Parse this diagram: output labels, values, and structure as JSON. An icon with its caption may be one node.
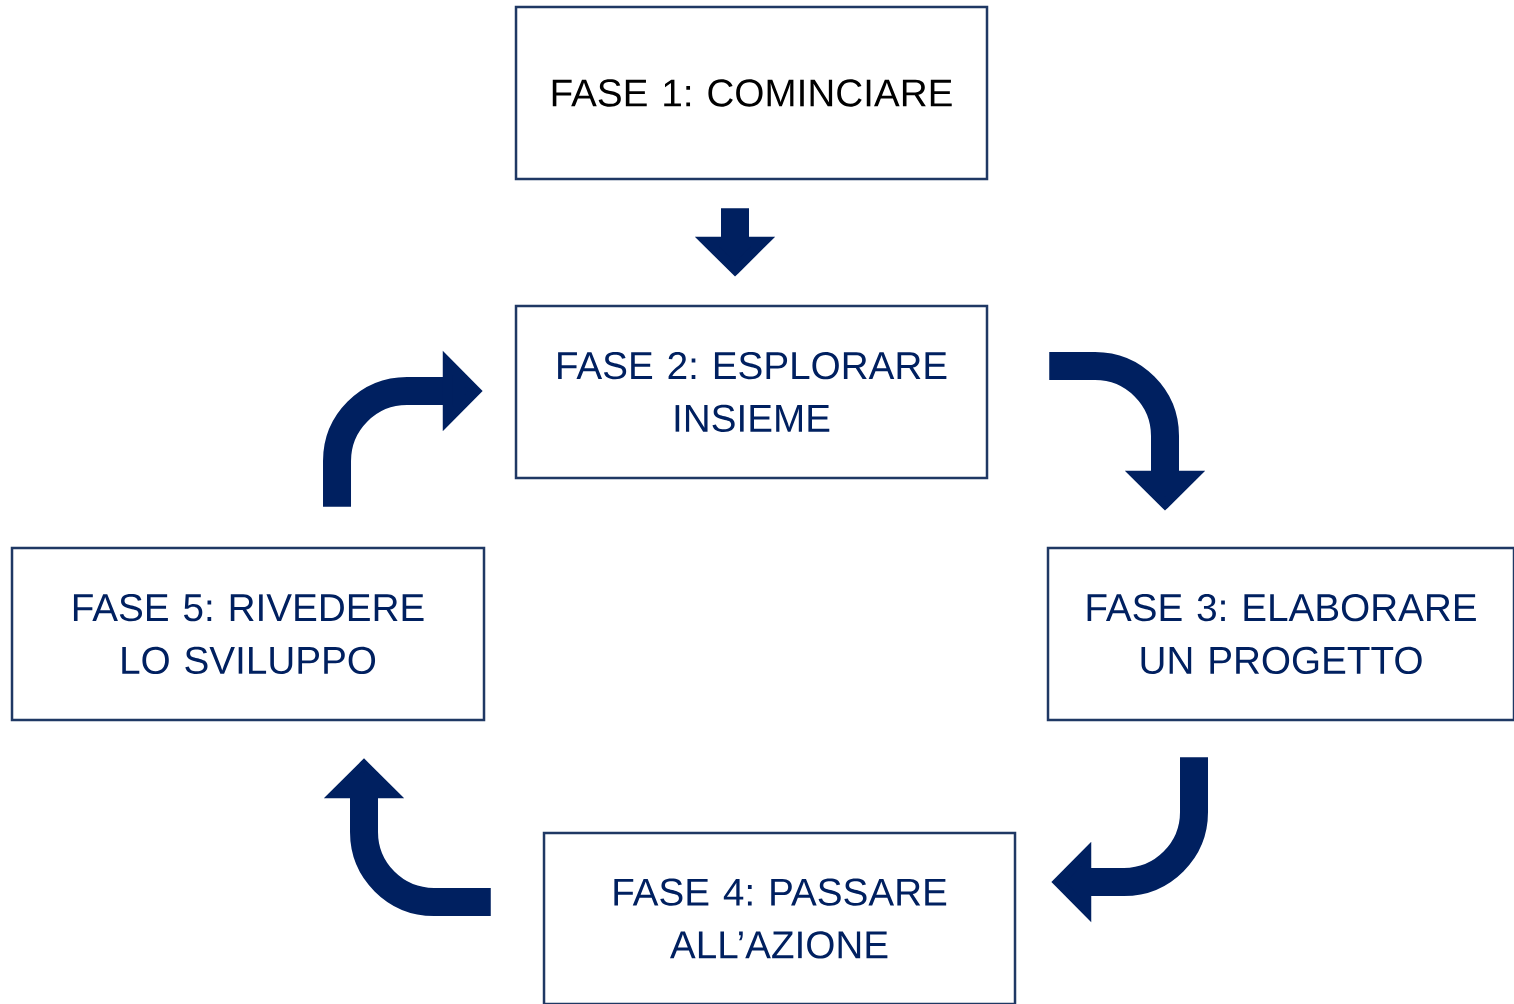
{
  "diagram": {
    "nodes": [
      {
        "text": [
          "FASE 1: COMINCIARE"
        ]
      },
      {
        "text": [
          "FASE 2: ESPLORARE INSIEME"
        ]
      },
      {
        "text": [
          "FASE 3: ELABORARE UN PROGETTO"
        ]
      },
      {
        "text": [
          "FASE 4: PASSARE ALL’AZIONE"
        ]
      },
      {
        "text": [
          "FASE 5: RIVEDERE LO SVILUPPO"
        ]
      }
    ],
    "edges": [
      {
        "from": 0,
        "to": 1,
        "arrow": "to"
      },
      {
        "from": 1,
        "to": 2,
        "arrow": "to"
      },
      {
        "from": 2,
        "to": 3,
        "arrow": "to"
      },
      {
        "from": 3,
        "to": 4,
        "arrow": "to"
      },
      {
        "from": 4,
        "to": 1,
        "arrow": "to"
      }
    ]
  }
}
